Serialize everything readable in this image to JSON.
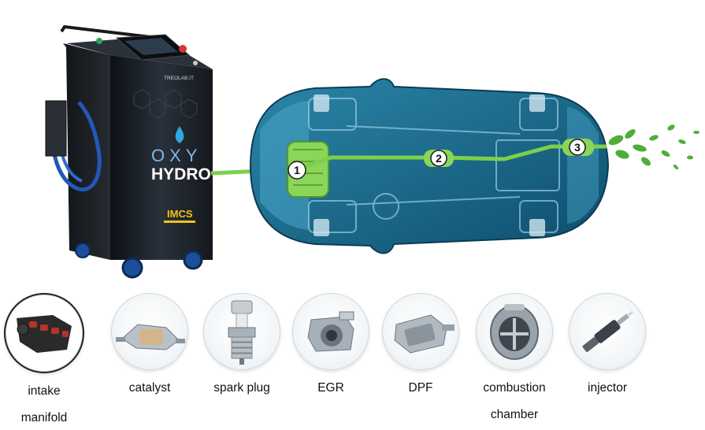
{
  "machine": {
    "logo_line1": "OXY",
    "logo_line2": "HYDRO",
    "brand_plate": "TREOLAB.IT",
    "badge": "IMCS"
  },
  "stages": [
    {
      "number": "1"
    },
    {
      "number": "2"
    },
    {
      "number": "3"
    }
  ],
  "parts": [
    {
      "label_line1": "intake",
      "label_line2": "manifold",
      "icon": "intake-manifold-icon"
    },
    {
      "label_line1": "catalyst",
      "label_line2": "",
      "icon": "catalyst-icon"
    },
    {
      "label_line1": "spark plug",
      "label_line2": "",
      "icon": "spark-plug-icon"
    },
    {
      "label_line1": "EGR",
      "label_line2": "",
      "icon": "egr-valve-icon"
    },
    {
      "label_line1": "DPF",
      "label_line2": "",
      "icon": "dpf-filter-icon"
    },
    {
      "label_line1": "combustion",
      "label_line2": "chamber",
      "icon": "combustion-chamber-icon"
    },
    {
      "label_line1": "injector",
      "label_line2": "",
      "icon": "injector-icon"
    }
  ],
  "colors": {
    "car_body": "#1e6f8f",
    "car_dark": "#0f4a66",
    "hydrogen_line": "#7cd04a",
    "machine_body": "#1b2027",
    "leaf": "#4fae3a"
  }
}
